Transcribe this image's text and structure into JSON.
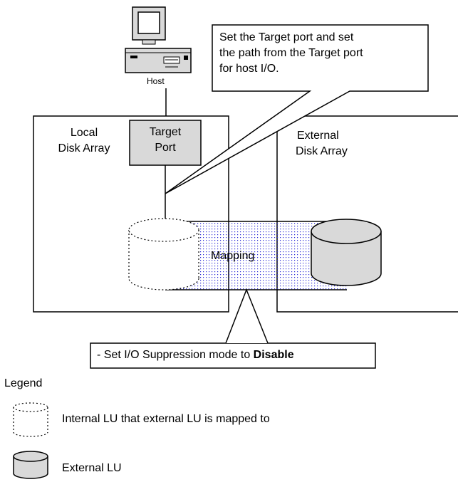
{
  "host": {
    "label": "Host",
    "icon": "desktop-computer-icon"
  },
  "local_array": {
    "line1": "Local",
    "line2": "Disk Array"
  },
  "external_array": {
    "line1": "External",
    "line2": "Disk Array"
  },
  "target_port": {
    "line1": "Target",
    "line2": "Port"
  },
  "mapping": {
    "label": "Mapping"
  },
  "callout_top": {
    "line1": "Set the Target port and set",
    "line2": "the path from the Target port",
    "line3": "for host I/O."
  },
  "callout_bottom": {
    "prefix": "- Set I/O Suppression mode to ",
    "bold": "Disable"
  },
  "legend": {
    "title": "Legend",
    "internal_lu": "Internal LU that external LU is mapped to",
    "external_lu": "External LU"
  },
  "colors": {
    "box_fill": "#d9d9d9",
    "stroke": "#000000",
    "dots": "#2b2bd6"
  }
}
